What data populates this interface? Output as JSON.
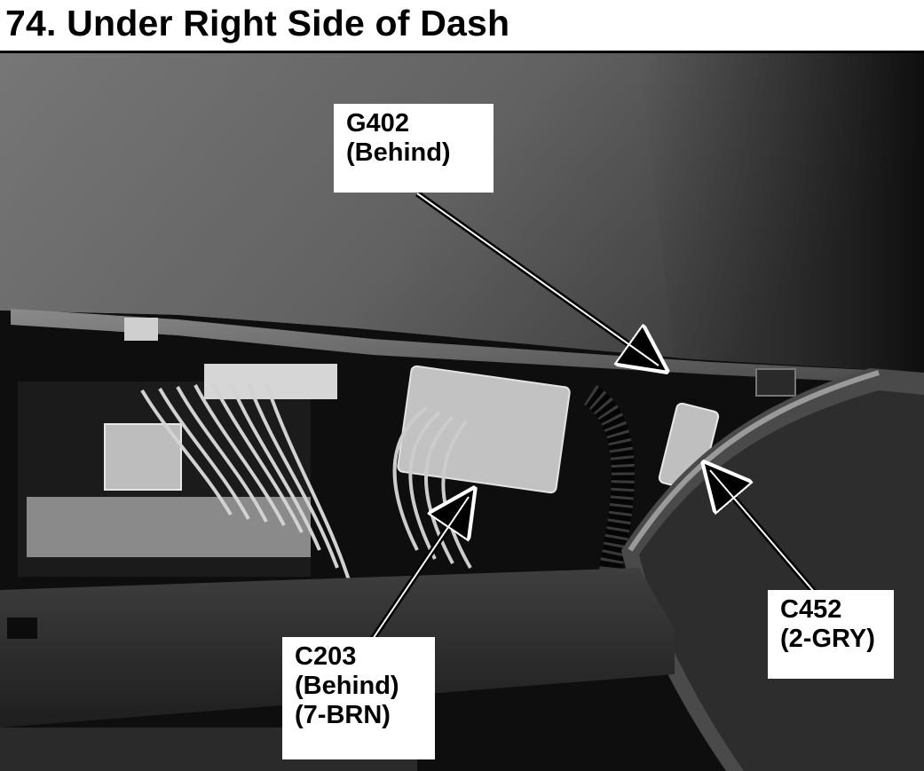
{
  "page": {
    "title": "74. Under Right Side of Dash"
  },
  "callouts": {
    "g402": {
      "line1": "G402",
      "line2": "(Behind)"
    },
    "c203": {
      "line1": "C203",
      "line2": "(Behind)",
      "line3": "(7-BRN)"
    },
    "c452": {
      "line1": "C452",
      "line2": "(2-GRY)"
    }
  }
}
